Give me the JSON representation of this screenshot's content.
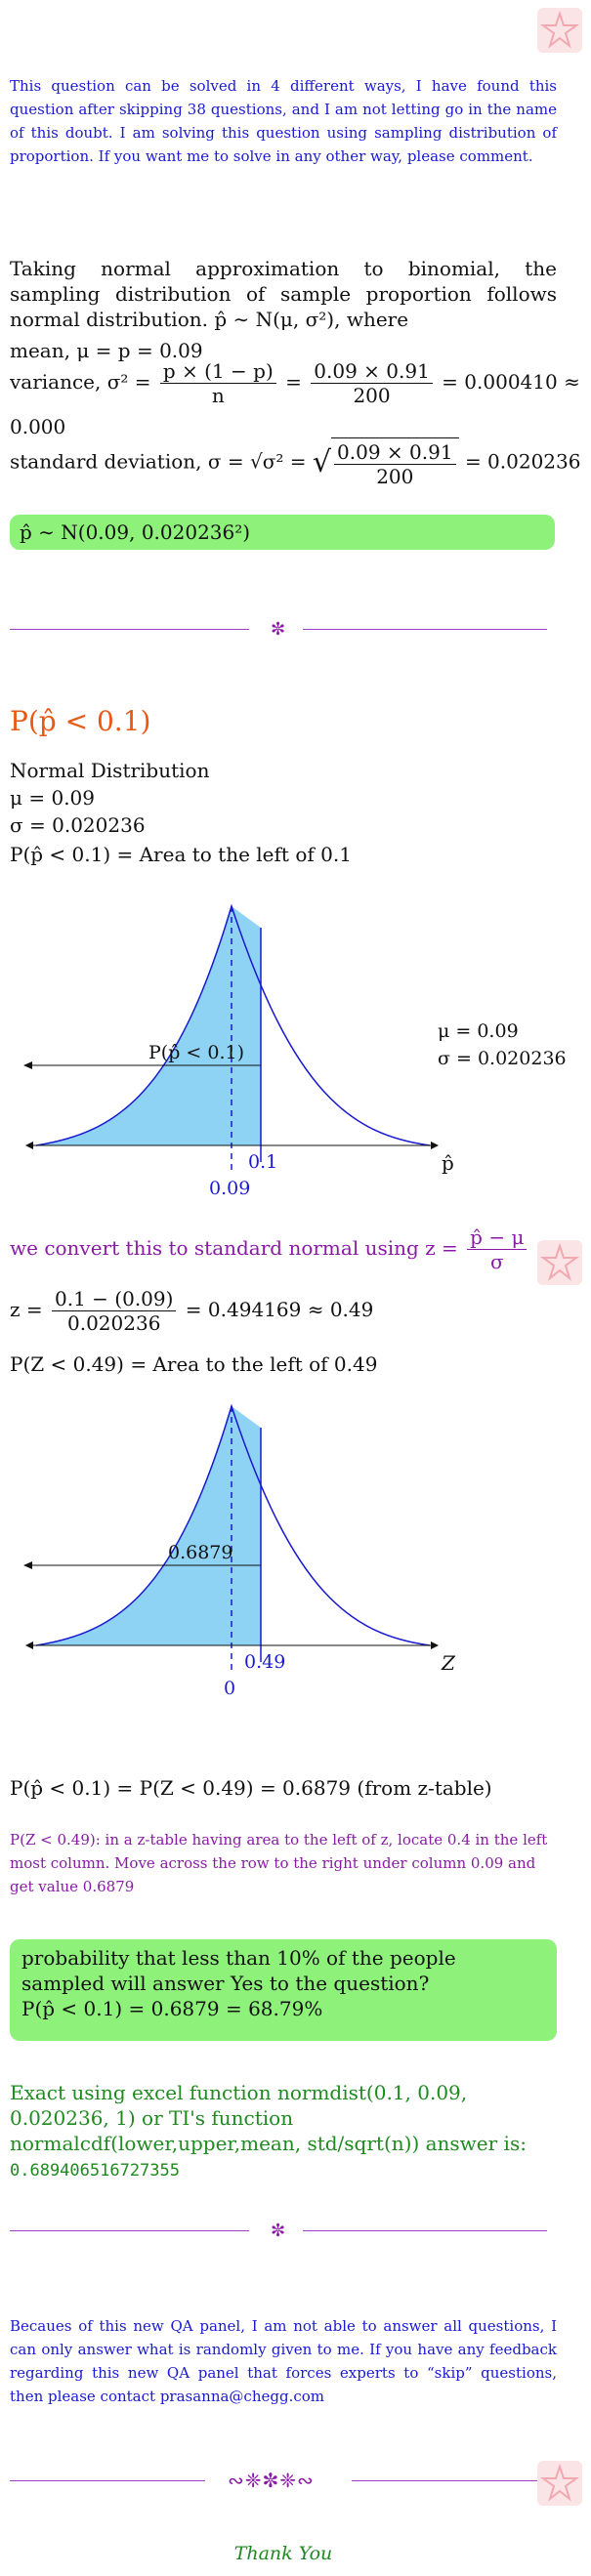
{
  "intro": "This question can be solved in 4 different ways, I have found this question after skipping 38 questions, and I am not letting go in the name of this doubt. I am solving this question using sampling distribution of proportion. If you want me to solve in any other way, please comment.",
  "normal_approx": {
    "line1": "Taking normal approximation to binomial, the sampling distribution of sample proportion follows normal distribution.",
    "dist_statement": "p̂ ∼ N(μ, σ²), where",
    "mean_line": "mean, μ = p = 0.09",
    "variance_label": "variance, σ² =",
    "variance_frac1_num": "p × (1 − p)",
    "variance_frac1_den": "n",
    "variance_frac2_num": "0.09 × 0.91",
    "variance_frac2_den": "200",
    "variance_result": "= 0.000410 ≈",
    "variance_rounded": "0.000",
    "sd_label": "standard deviation, σ = √σ² =",
    "sd_frac_num": "0.09 × 0.91",
    "sd_frac_den": "200",
    "sd_result": "= 0.020236"
  },
  "dist_box": "p̂ ∼ N(0.09, 0.020236²)",
  "section": {
    "title": "P(p̂ < 0.1)",
    "dist_name": "Normal Distribution",
    "mu": "μ = 0.09",
    "sigma": "σ = 0.020236",
    "area_text": "P(p̂ < 0.1) = Area to the left of 0.1"
  },
  "graph1": {
    "region_label": "P(p̂ < 0.1)",
    "x_mark": "0.1",
    "mean_mark": "0.09",
    "axis_label": "p̂",
    "side_mu": "μ = 0.09",
    "side_sigma": "σ = 0.020236"
  },
  "convert": {
    "text": "we convert this to standard normal using z =",
    "frac_num": "p̂ − μ",
    "frac_den": "σ"
  },
  "z_calc": {
    "lhs": "z =",
    "frac_num": "0.1 − (0.09)",
    "frac_den": "0.020236",
    "rhs": "= 0.494169 ≈ 0.49"
  },
  "z_area": "P(Z < 0.49) = Area to the left of 0.49",
  "graph2": {
    "region_label": "0.6879",
    "x_mark": "0.49",
    "mean_mark": "0",
    "axis_label": "Z"
  },
  "result_line": "P(p̂ < 0.1) = P(Z < 0.49) = 0.6879 (from z-table)",
  "ztable_note": "P(Z < 0.49): in a z-table having area to the left of z, locate 0.4 in the left most column. Move across the row to the right under column 0.09 and get value 0.6879",
  "answer_box": {
    "line1": "probability that less than 10% of the people sampled will answer Yes to the question?",
    "line2": "P(p̂ < 0.1) = 0.6879 = 68.79%"
  },
  "excel": {
    "line": "Exact using excel function normdist(0.1, 0.09, 0.020236, 1) or TI's function normalcdf(lower,upper,mean, std/sqrt(n)) answer is:",
    "answer": "0.689406516727355"
  },
  "footer_note": "Becaues of this new QA panel, I am not able to answer all questions, I can only answer what is randomly given to me. If you have any feedback regarding this new QA panel that forces experts to “skip” questions, then please contact prasanna@chegg.com",
  "thanks": "Thank You",
  "colors": {
    "blue": "#1a1ad0",
    "purple": "#8a1aa6",
    "green": "#1f8a1f",
    "orange": "#e85a14",
    "shade": "#8fd3f4",
    "box": "#8ef27a"
  }
}
